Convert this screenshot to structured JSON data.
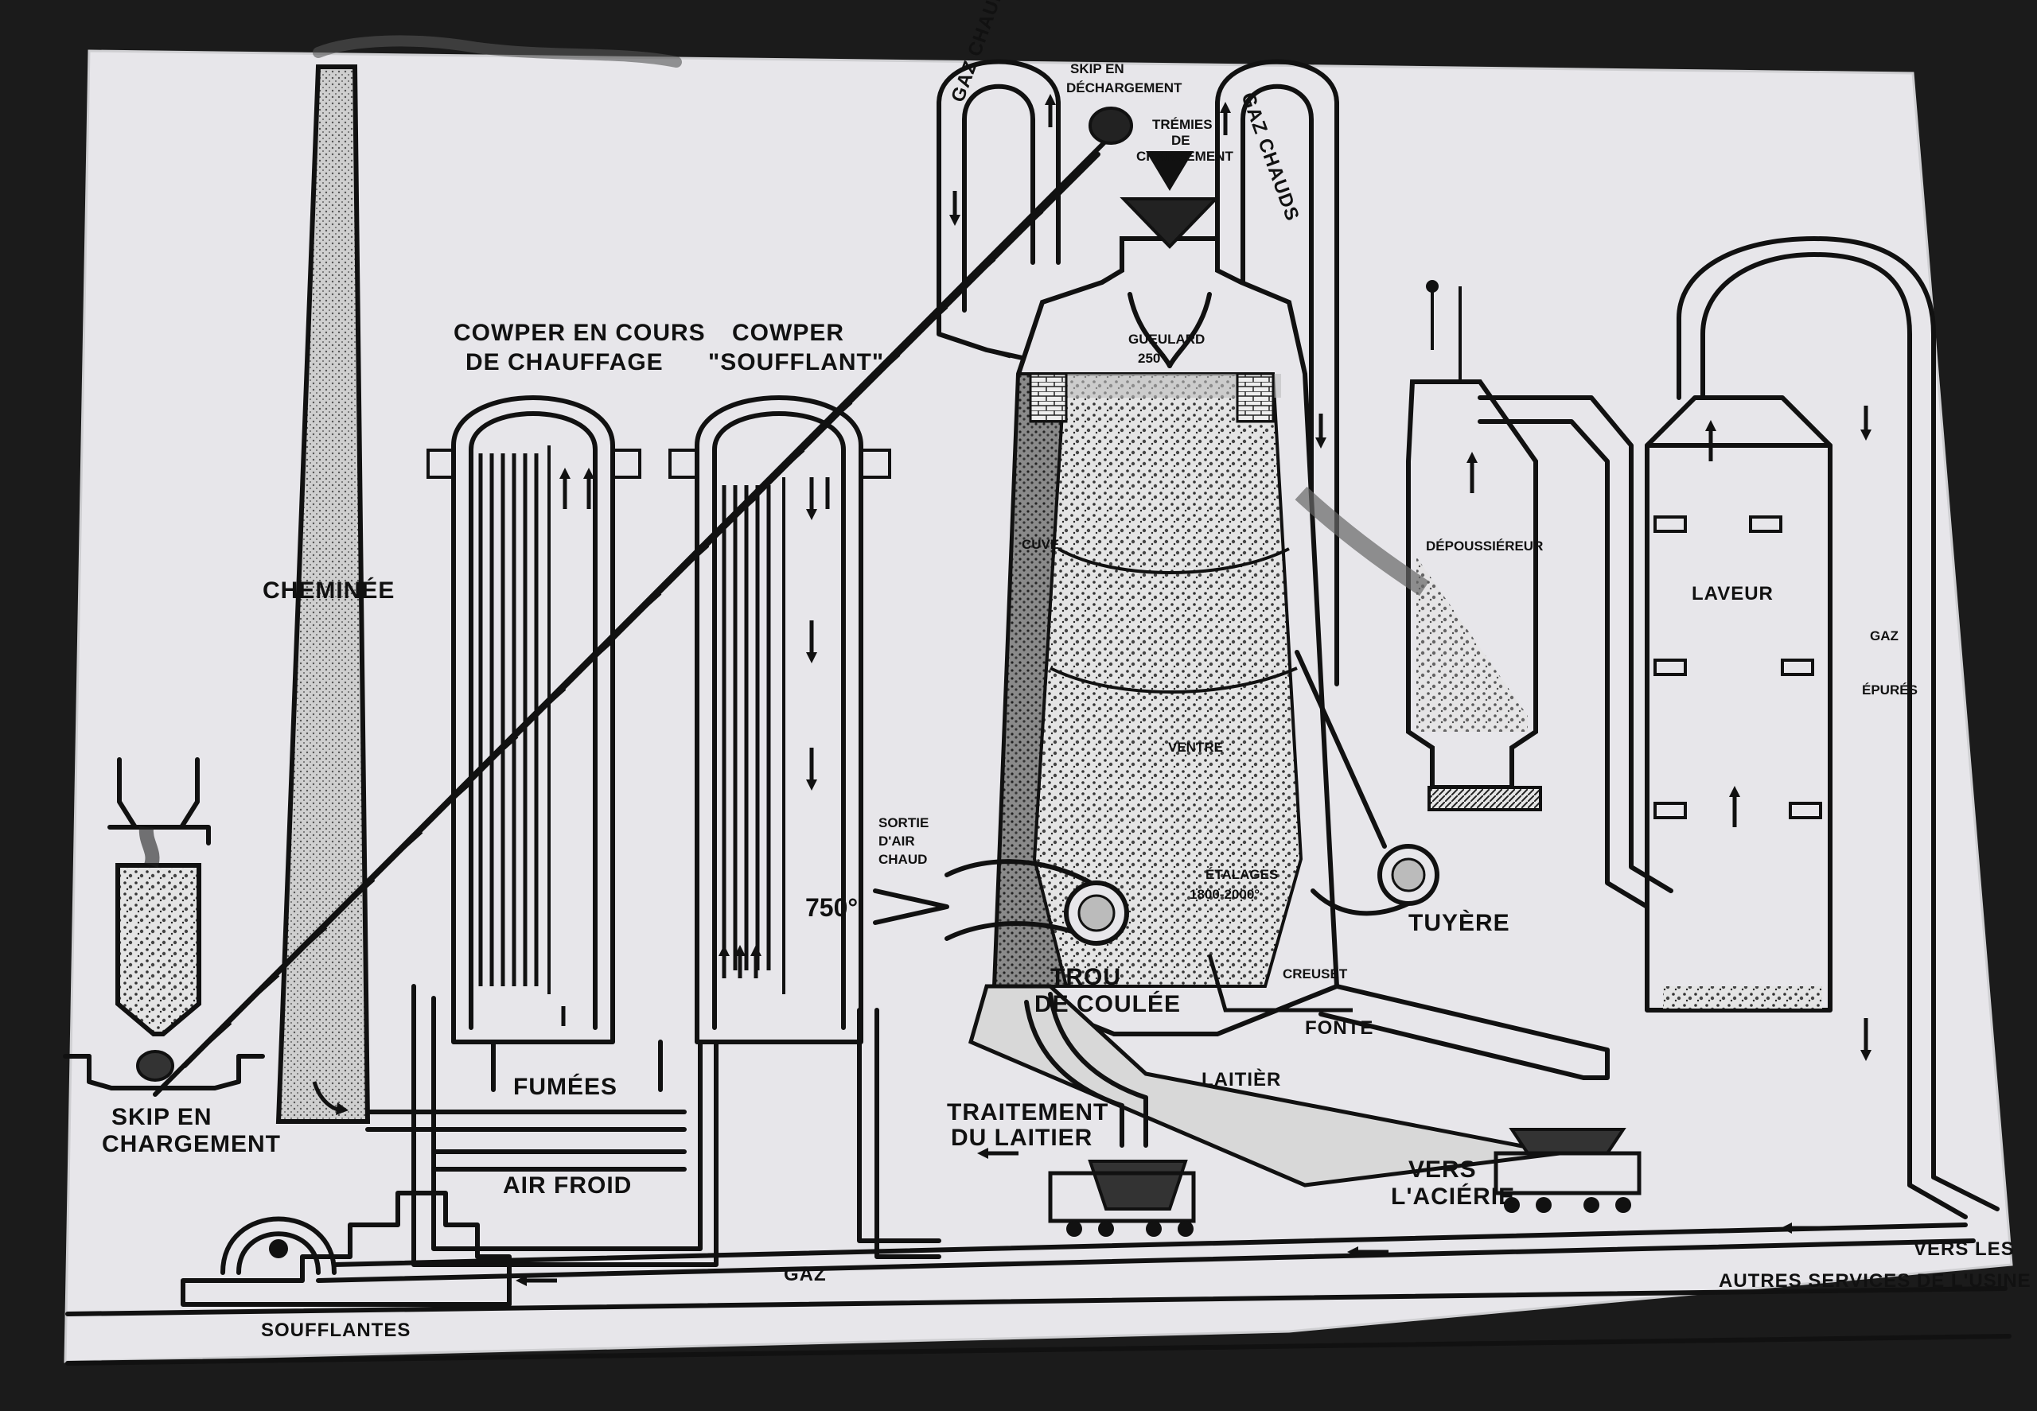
{
  "labels": {
    "cheminee": "CHEMINÉE",
    "cowper_chauffage_1": "COWPER EN COURS",
    "cowper_chauffage_2": "DE CHAUFFAGE",
    "cowper_soufflant_1": "COWPER",
    "cowper_soufflant_2": "\"SOUFFLANT\"",
    "gaz_chauds_left": "GAZ CHAUDS",
    "gaz_chauds_right": "GAZ CHAUDS",
    "skip_dechargement_1": "SKIP EN",
    "skip_dechargement_2": "DÉCHARGEMENT",
    "tremies_1": "TRÉMIES",
    "tremies_2": "DE",
    "tremies_3": "CHARGEMENT",
    "gueulard_1": "GUEULARD",
    "gueulard_2": "250°",
    "cuve": "CUVE",
    "ventre": "VENTRE",
    "etalages_1": "ÉTALAGES",
    "etalages_2": "1800-2000°",
    "sortie_air_1": "SORTIE",
    "sortie_air_2": "D'AIR",
    "sortie_air_3": "CHAUD",
    "temp_750": "750°",
    "tuyere": "TUYÈRE",
    "creuset": "CREUSET",
    "trou_coulee_1": "TROU",
    "trou_coulee_2": "DE COULÉE",
    "fonte": "FONTE",
    "laitier": "LAITIÈR",
    "traitement_1": "TRAITEMENT",
    "traitement_2": "DU LAITIER",
    "vers_acierie_1": "VERS",
    "vers_acierie_2": "L'ACIÉRIE",
    "depoussiereur": "DÉPOUSSIÉREUR",
    "laveur": "LAVEUR",
    "gaz_epures_1": "GAZ",
    "gaz_epures_2": "ÉPURÉS",
    "vers_les_1": "VERS LES",
    "vers_les_2": "AUTRES SERVICES DE L'USINE",
    "skip_chargement_1": "SKIP EN",
    "skip_chargement_2": "CHARGEMENT",
    "fumees": "FUMÉES",
    "air_froid": "AIR FROID",
    "gaz": "GAZ",
    "soufflantes": "SOUFFLANTES"
  }
}
